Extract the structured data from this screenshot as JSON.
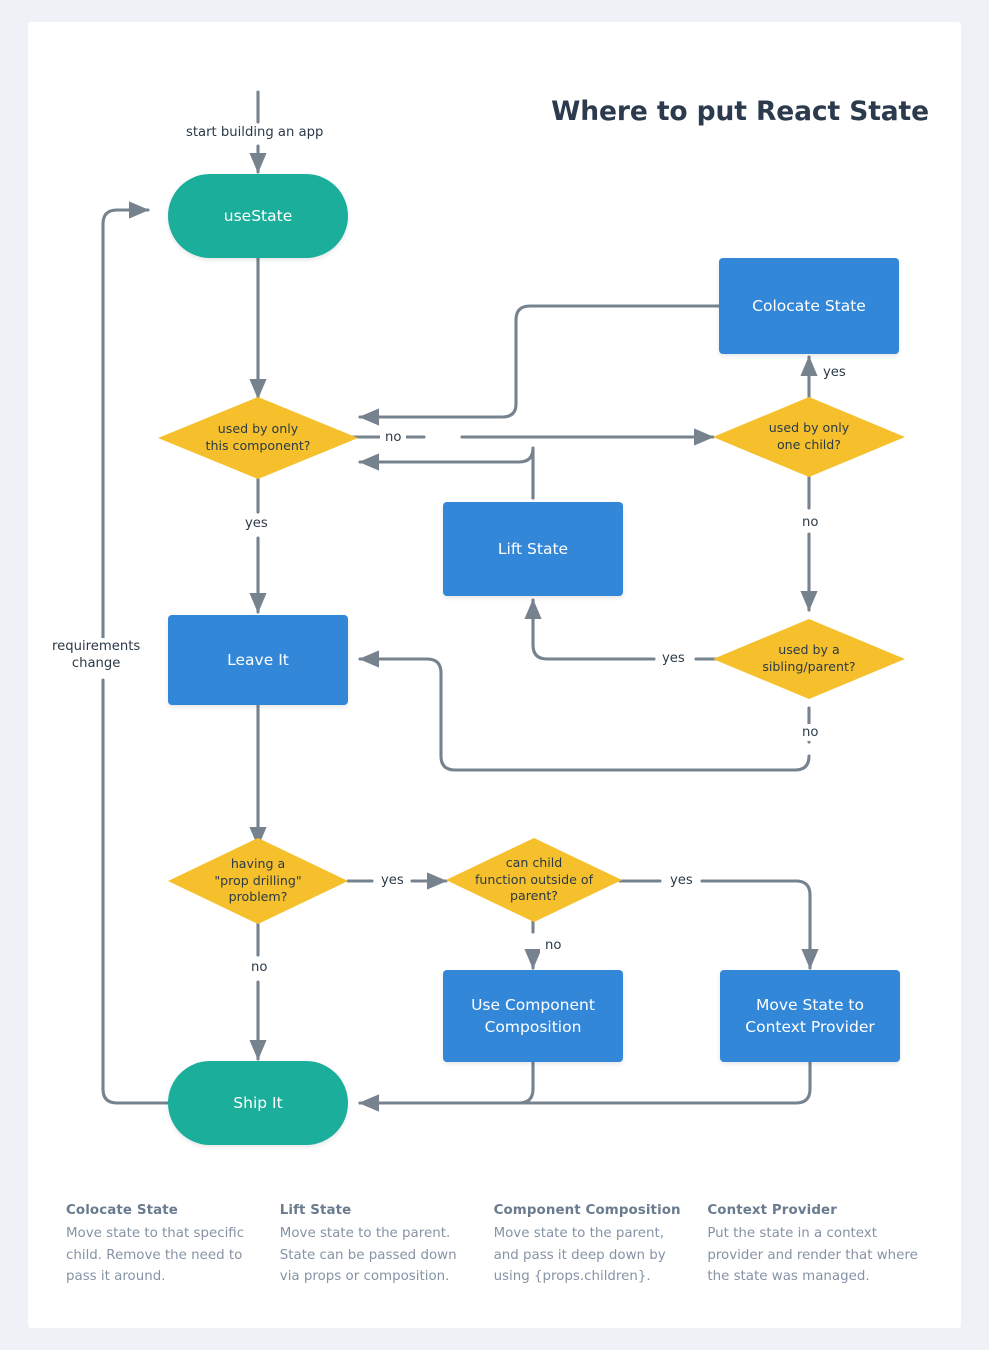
{
  "title": "Where to put React State",
  "colors": {
    "terminal": "#1AAE9B",
    "process": "#3287D8",
    "decision": "#F5C02C",
    "edge": "#76838f",
    "title_text": "#2b3a4d",
    "legend_title": "#6a7b8f",
    "legend_body": "#8693a5",
    "page_background": "#eef1f6",
    "card_background": "#ffffff"
  },
  "nodes": {
    "use_state": "useState",
    "colocate_state": "Colocate State",
    "lift_state": "Lift State",
    "leave_it": "Leave It",
    "use_component_composition": "Use Component\nComposition",
    "use_component_composition_line1": "Use Component",
    "use_component_composition_line2": "Composition",
    "move_state_to_context_provider_line1": "Move State to",
    "move_state_to_context_provider_line2": "Context Provider",
    "ship_it": "Ship It",
    "dec_used_by_only_this_component_line1": "used by only",
    "dec_used_by_only_this_component_line2": "this component?",
    "dec_used_by_only_one_child_line1": "used by only",
    "dec_used_by_only_one_child_line2": "one child?",
    "dec_used_by_sibling_parent_line1": "used by a",
    "dec_used_by_sibling_parent_line2": "sibling/parent?",
    "dec_prop_drilling_line1": "having a",
    "dec_prop_drilling_line2": "\"prop drilling\"",
    "dec_prop_drilling_line3": "problem?",
    "dec_child_outside_parent_line1": "can child",
    "dec_child_outside_parent_line2": "function outside of",
    "dec_child_outside_parent_line3": "parent?"
  },
  "edge_labels": {
    "start": "start building an app",
    "this_component_no": "no",
    "this_component_yes": "yes",
    "one_child_yes": "yes",
    "one_child_no": "no",
    "sibling_parent_yes": "yes",
    "sibling_parent_no": "no",
    "prop_drilling_yes": "yes",
    "prop_drilling_no": "no",
    "child_outside_no": "no",
    "child_outside_yes": "yes",
    "requirements_change_line1": "requirements",
    "requirements_change_line2": "change"
  },
  "legend": [
    {
      "title": "Colocate State",
      "body": "Move state to that specific child. Remove the need to pass it around."
    },
    {
      "title": "Lift State",
      "body": "Move state to the parent. State can be passed down via props or composition."
    },
    {
      "title": "Component Composition",
      "body": "Move state to the parent, and pass it deep down by using {props.children}."
    },
    {
      "title": "Context Provider",
      "body": "Put the state in a context provider and render that where the state was managed."
    }
  ]
}
